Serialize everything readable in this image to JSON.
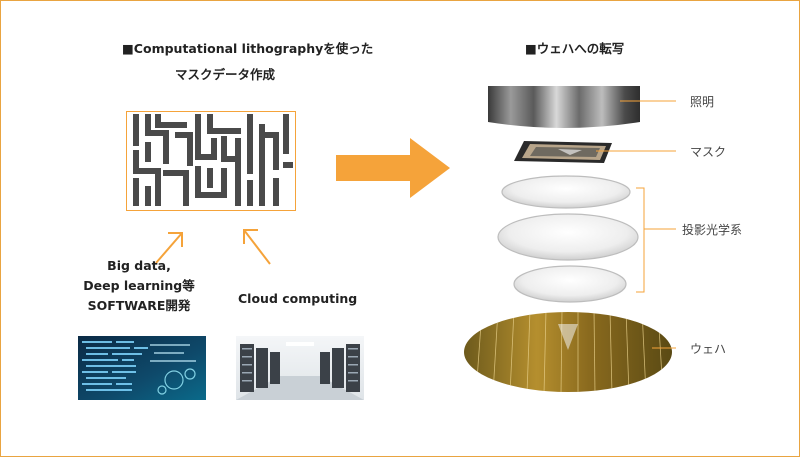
{
  "left": {
    "heading_line1": "■Computational lithographyを使った",
    "heading_line2": "マスクデータ作成",
    "big_data_line1": "Big data,",
    "big_data_line2": "Deep learning等",
    "big_data_line3": "SOFTWARE開発",
    "cloud_label": "Cloud computing"
  },
  "right": {
    "heading": "■ウェハへの転写",
    "labels": {
      "illumination": "照明",
      "mask": "マスク",
      "projection_optics": "投影光学系",
      "wafer": "ウェハ"
    }
  },
  "colors": {
    "accent": "#f5a33a",
    "frame": "#e9a441",
    "maze": "#4a4a4a"
  },
  "icons": {
    "flow_arrow": "right-arrow",
    "input_arrows": "diagonal-up-arrow"
  }
}
